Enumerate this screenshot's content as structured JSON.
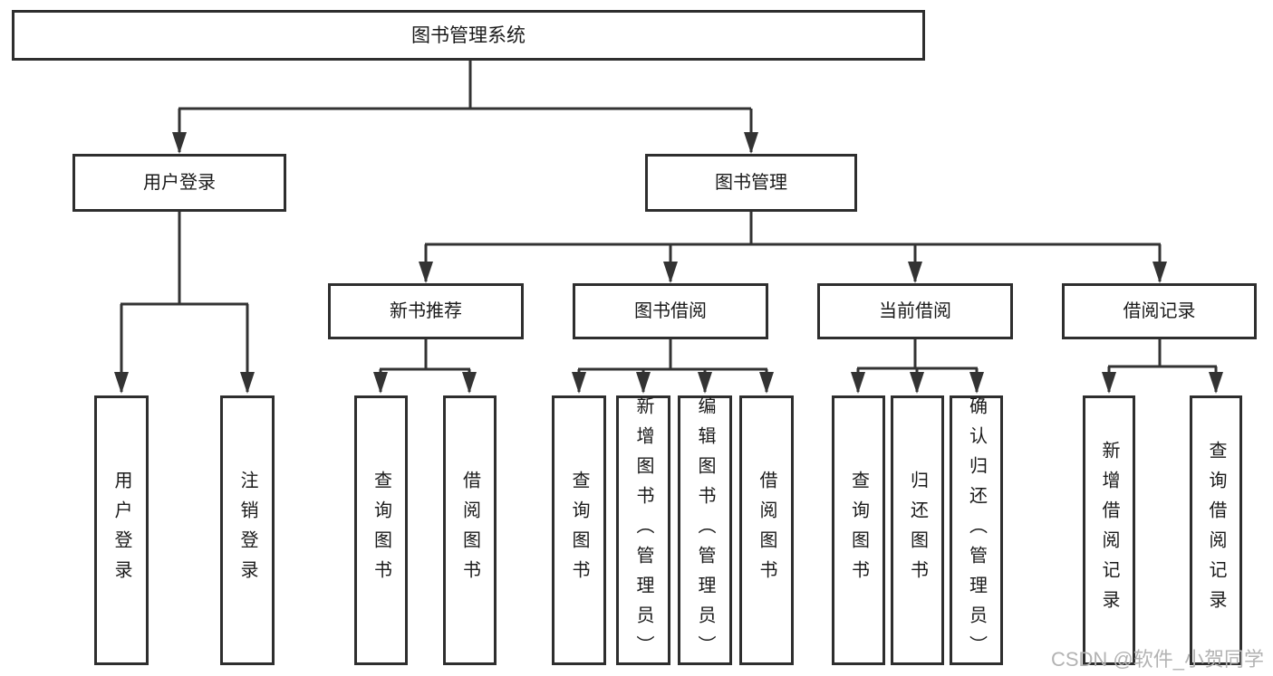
{
  "tree": {
    "root": "图书管理系统",
    "children": [
      {
        "label": "用户登录",
        "leaves": [
          "用户登录",
          "注销登录"
        ]
      },
      {
        "label": "图书管理",
        "children": [
          {
            "label": "新书推荐",
            "leaves": [
              "查询图书",
              "借阅图书"
            ]
          },
          {
            "label": "图书借阅",
            "leaves": [
              "查询图书",
              "新增图书（管理员）",
              "编辑图书（管理员）",
              "借阅图书"
            ]
          },
          {
            "label": "当前借阅",
            "leaves": [
              "查询图书",
              "归还图书",
              "确认归还（管理员）"
            ]
          },
          {
            "label": "借阅记录",
            "leaves": [
              "新增借阅记录",
              "查询借阅记录"
            ]
          }
        ]
      }
    ]
  },
  "watermark": {
    "text": "CSDN @软件_小贺同学"
  },
  "colors": {
    "line": "#333333",
    "box_border": "#2e2e2e",
    "text": "#1a1a1a",
    "watermark": "#b3b3b3",
    "background": "#ffffff"
  }
}
